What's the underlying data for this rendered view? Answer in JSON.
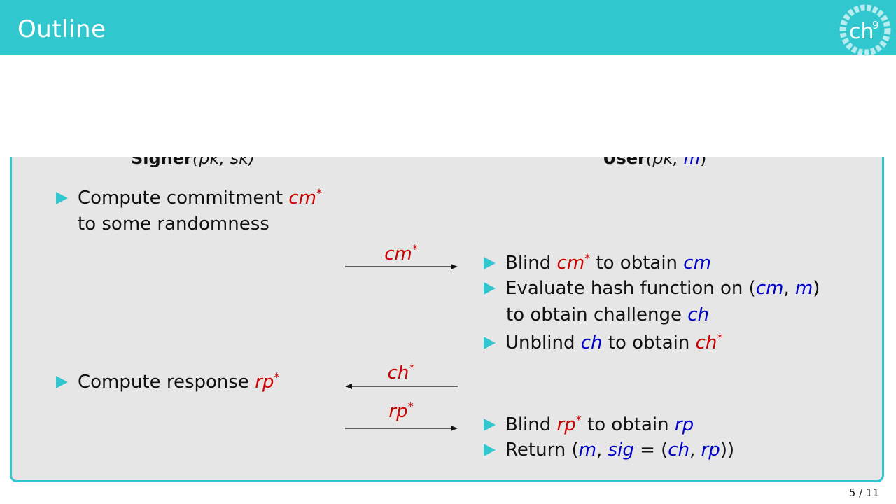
{
  "header": {
    "title": "Outline"
  },
  "logo": {
    "text": "ch",
    "superscript": "9",
    "icon": "ch9-logo-icon",
    "accent": "#31c7ce"
  },
  "signer": {
    "name": "Signer",
    "args": "(pk, sk)"
  },
  "user": {
    "name": "User",
    "args_pk": "(pk, ",
    "args_m": "m",
    "args_close": ")"
  },
  "signer_steps": {
    "commit_line1": "Compute commitment ",
    "commit_var": "cm",
    "commit_line2": "to some randomness",
    "response_text": "Compute response ",
    "response_var": "rp"
  },
  "user_steps": {
    "blind1_a": "Blind ",
    "blind1_var": "cm",
    "blind1_b": " to obtain ",
    "blind1_res": "cm",
    "hash_a": "Evaluate hash function on (",
    "hash_cm": "cm",
    "hash_comma": ", ",
    "hash_m": "m",
    "hash_close": ")",
    "hash_line2": "to obtain challenge ",
    "hash_ch": "ch",
    "unblind_a": "Unblind ",
    "unblind_var": "ch",
    "unblind_b": " to obtain ",
    "unblind_res": "ch",
    "blind2_a": "Blind ",
    "blind2_var": "rp",
    "blind2_b": " to obtain ",
    "blind2_res": "rp",
    "return_a": "Return (",
    "return_m": "m",
    "return_comma": ", ",
    "return_sig": "sig",
    "return_eq": " = (",
    "return_ch": "ch",
    "return_comma2": ", ",
    "return_rp": "rp",
    "return_close": "))"
  },
  "messages": [
    {
      "label": "cm",
      "direction": "right"
    },
    {
      "label": "ch",
      "direction": "left"
    },
    {
      "label": "rp",
      "direction": "right"
    }
  ],
  "star": "*",
  "page": {
    "indicator": "5 / 11"
  },
  "colors": {
    "accent": "#31c7ce",
    "signer_var": "#cc0000",
    "user_var": "#0000cc",
    "panel_bg": "#e6e6e6"
  }
}
